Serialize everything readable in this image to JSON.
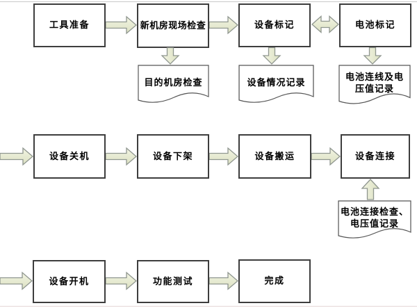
{
  "diagram": {
    "title": "equipment-relocation-flowchart",
    "boxes": [
      {
        "id": "tool-preparation",
        "label": "工具准备"
      },
      {
        "id": "new-room-site-check",
        "label": "新机房现场检查"
      },
      {
        "id": "equipment-marking",
        "label": "设备标记"
      },
      {
        "id": "battery-marking",
        "label": "电池标记"
      },
      {
        "id": "equipment-shutdown",
        "label": "设备关机"
      },
      {
        "id": "equipment-unracking",
        "label": "设备下架"
      },
      {
        "id": "equipment-transport",
        "label": "设备搬运"
      },
      {
        "id": "equipment-connection",
        "label": "设备连接"
      },
      {
        "id": "equipment-poweron",
        "label": "设备开机"
      },
      {
        "id": "function-test",
        "label": "功能测试"
      },
      {
        "id": "complete",
        "label": "完成"
      }
    ],
    "documents": [
      {
        "id": "destination-room-check",
        "label": "目的机房检查"
      },
      {
        "id": "equipment-status-record",
        "label": "设备情况记录"
      },
      {
        "id": "battery-wiring-voltage-record",
        "label": "电池连线及电压值记录"
      },
      {
        "id": "battery-connection-check-voltage-record",
        "label": "电池连接检查、电压值记录"
      }
    ],
    "connections": [
      {
        "from": "工具准备",
        "to": "新机房现场检查",
        "type": "arrow-right"
      },
      {
        "from": "新机房现场检查",
        "to": "设备标记",
        "type": "arrow-right"
      },
      {
        "from": "设备标记",
        "to": "电池标记",
        "type": "arrow-double"
      },
      {
        "from": "新机房现场检查",
        "to": "目的机房检查",
        "type": "arrow-down"
      },
      {
        "from": "设备标记",
        "to": "设备情况记录",
        "type": "arrow-down"
      },
      {
        "from": "电池标记",
        "to": "电池连线及电压值记录",
        "type": "arrow-down"
      },
      {
        "from": "left-edge",
        "to": "设备关机",
        "type": "arrow-right"
      },
      {
        "from": "设备关机",
        "to": "设备下架",
        "type": "arrow-right"
      },
      {
        "from": "设备下架",
        "to": "设备搬运",
        "type": "arrow-right"
      },
      {
        "from": "设备搬运",
        "to": "设备连接",
        "type": "arrow-right"
      },
      {
        "from": "电池连接检查、电压值记录",
        "to": "设备连接",
        "type": "arrow-up"
      },
      {
        "from": "left-edge",
        "to": "设备开机",
        "type": "arrow-right"
      },
      {
        "from": "设备开机",
        "to": "功能测试",
        "type": "arrow-right"
      },
      {
        "from": "功能测试",
        "to": "完成",
        "type": "arrow-right"
      }
    ],
    "colors": {
      "arrow_fill_light": "#f2f4e3",
      "arrow_fill_dark": "#dce1c2",
      "arrow_border": "#8f968f",
      "box_border": "#3d3d3d",
      "box_fill": "#ffffff",
      "doc_border": "#555555",
      "text": "#000000",
      "background": "#ffffff"
    }
  }
}
